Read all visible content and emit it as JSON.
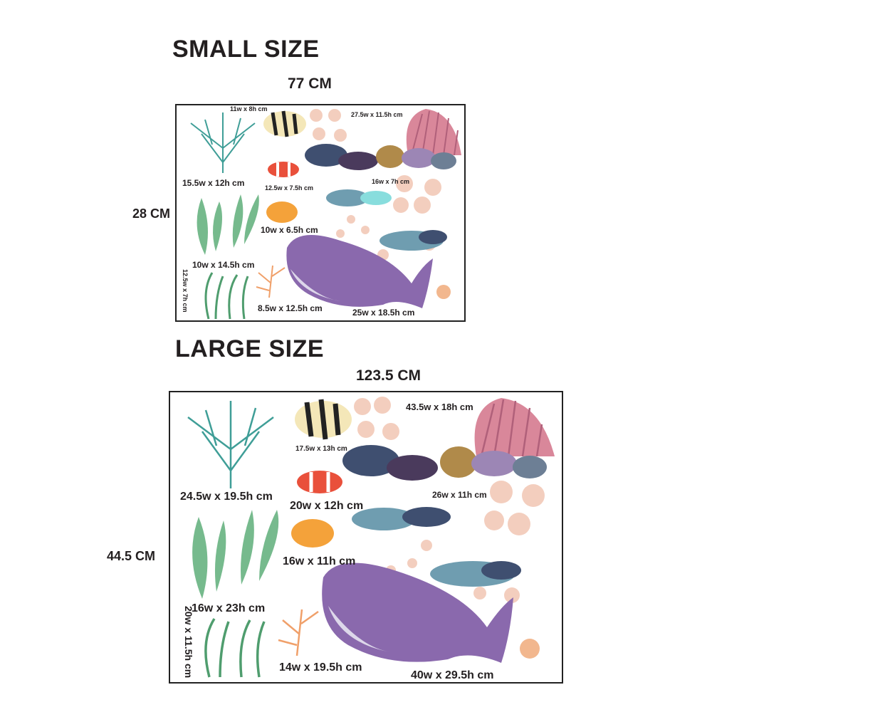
{
  "small": {
    "heading": "SMALL SIZE",
    "width": "77 CM",
    "height": "28 CM",
    "labels": {
      "stripedFish": "11w x 8h cm",
      "shellCluster": "27.5w x 11.5h cm",
      "coral": "15.5w x 12h cm",
      "clownfish": "12.5w x 7.5h cm",
      "rockCluster": "16w x 7h cm",
      "yellowFish": "10w x 6.5h cm",
      "kelp": "10w x 14.5h cm",
      "seagrass": "12.5w x 7h cm",
      "orangeCoral": "8.5w x 12.5h cm",
      "whale": "25w x 18.5h cm"
    }
  },
  "large": {
    "heading": "LARGE SIZE",
    "width": "123.5 CM",
    "height": "44.5 CM",
    "labels": {
      "stripedFish": "17.5w x 13h cm",
      "shellCluster": "43.5w x 18h cm",
      "coral": "24.5w x 19.5h cm",
      "clownfish": "20w x 12h cm",
      "rockCluster": "26w x 11h cm",
      "yellowFish": "16w x 11h cm",
      "kelp": "16w x 23h cm",
      "seagrass": "20w x 11.5h cm",
      "orangeCoral": "14w x 19.5h cm",
      "whale": "40w x 29.5h cm"
    }
  },
  "colors": {
    "coral": "#3f9e97",
    "kelp": "#5fae7a",
    "whale": "#8a69ad",
    "bubble": "#f2c9b8",
    "shell": "#d9879a",
    "mussel": "#3f4f70"
  }
}
